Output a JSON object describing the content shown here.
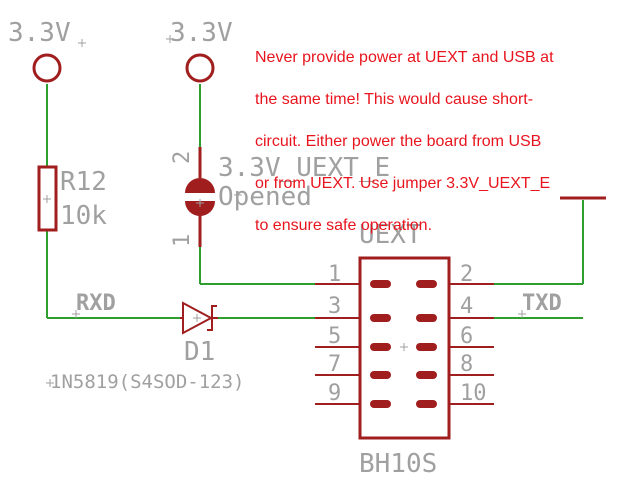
{
  "colors": {
    "part": "#a01e1e",
    "wire": "#2e9e2e",
    "text": "#a0a0a0",
    "note": "#e8141e"
  },
  "power": {
    "left_label": "3.3V",
    "right_label": "3.3V"
  },
  "resistor": {
    "name": "R12",
    "value": "10k"
  },
  "jumper": {
    "name": "3.3V_UEXT_E",
    "value": "Opened",
    "pin_top": "2",
    "pin_bottom": "1"
  },
  "diode": {
    "name": "D1",
    "value": "1N5819(S4SOD-123)"
  },
  "connector": {
    "name": "UEXT",
    "value": "BH10S",
    "left_pins": [
      "1",
      "3",
      "5",
      "7",
      "9"
    ],
    "right_pins": [
      "2",
      "4",
      "6",
      "8",
      "10"
    ]
  },
  "nets": {
    "rx": "RXD",
    "tx": "TXD"
  },
  "note": {
    "lines": [
      "Never provide power at UEXT and USB at",
      "the same time! This would cause short-",
      "circuit. Either power the board from USB",
      "or from UEXT. Use jumper 3.3V_UEXT_E",
      "to ensure safe operation."
    ]
  }
}
